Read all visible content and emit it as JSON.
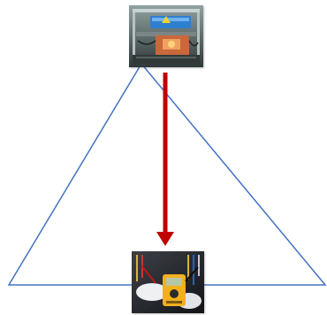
{
  "diagram": {
    "type": "triangle-with-flow",
    "caption": "",
    "colors": {
      "background": "#ffffff",
      "triangle_stroke": "#4472c4",
      "arrow": "#c00000"
    },
    "nodes": [
      {
        "id": "top",
        "role": "apex",
        "depicts": "3d-printer-machine-photo",
        "label": ""
      },
      {
        "id": "bottom",
        "role": "base-midpoint",
        "depicts": "multimeter-electrical-panel-photo",
        "label": ""
      }
    ],
    "edges": [
      {
        "from": "top",
        "to": "bottom",
        "style": "solid-arrow",
        "label": ""
      }
    ]
  }
}
